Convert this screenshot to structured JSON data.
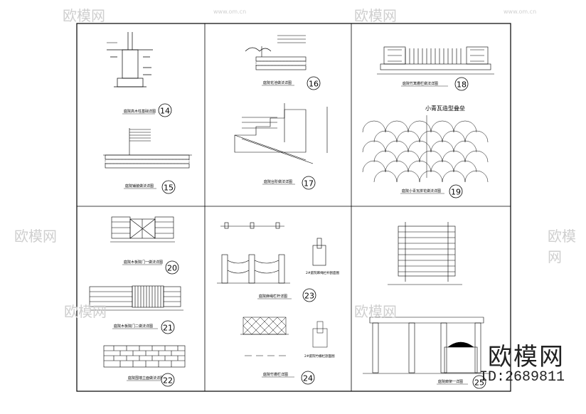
{
  "watermark": {
    "brand": "欧模网",
    "url": "www.om.cn",
    "id": "ID:2689811"
  },
  "panels": [
    {
      "number": "14",
      "caption": "庭院高木柱基础详图"
    },
    {
      "number": "15",
      "caption": "庭院铺装做法详图"
    },
    {
      "number": "16",
      "caption": "庭院花池做法详图"
    },
    {
      "number": "17",
      "caption": "庭院台阶做法详图"
    },
    {
      "number": "18",
      "caption": "庭院竹篱栅栏做法详图"
    },
    {
      "number": "19",
      "caption": "庭院小青瓦拼花做法详图",
      "title": "小青瓦造型叠垒"
    },
    {
      "number": "20",
      "caption": "庭院木板院门一做法详图"
    },
    {
      "number": "21",
      "caption": "庭院木板院门二做法详图"
    },
    {
      "number": "22",
      "caption": "庭院围墙立面做法详图"
    },
    {
      "number": "23",
      "caption": "庭院麻绳栏杆详图",
      "sub": "2#庭院麻绳栏杆剖面图"
    },
    {
      "number": "24",
      "caption": "庭院竹栅栏详图",
      "sub": "2#庭院竹栅栏剖面图"
    },
    {
      "number": "25",
      "caption": "庭院廊架一详图"
    }
  ]
}
